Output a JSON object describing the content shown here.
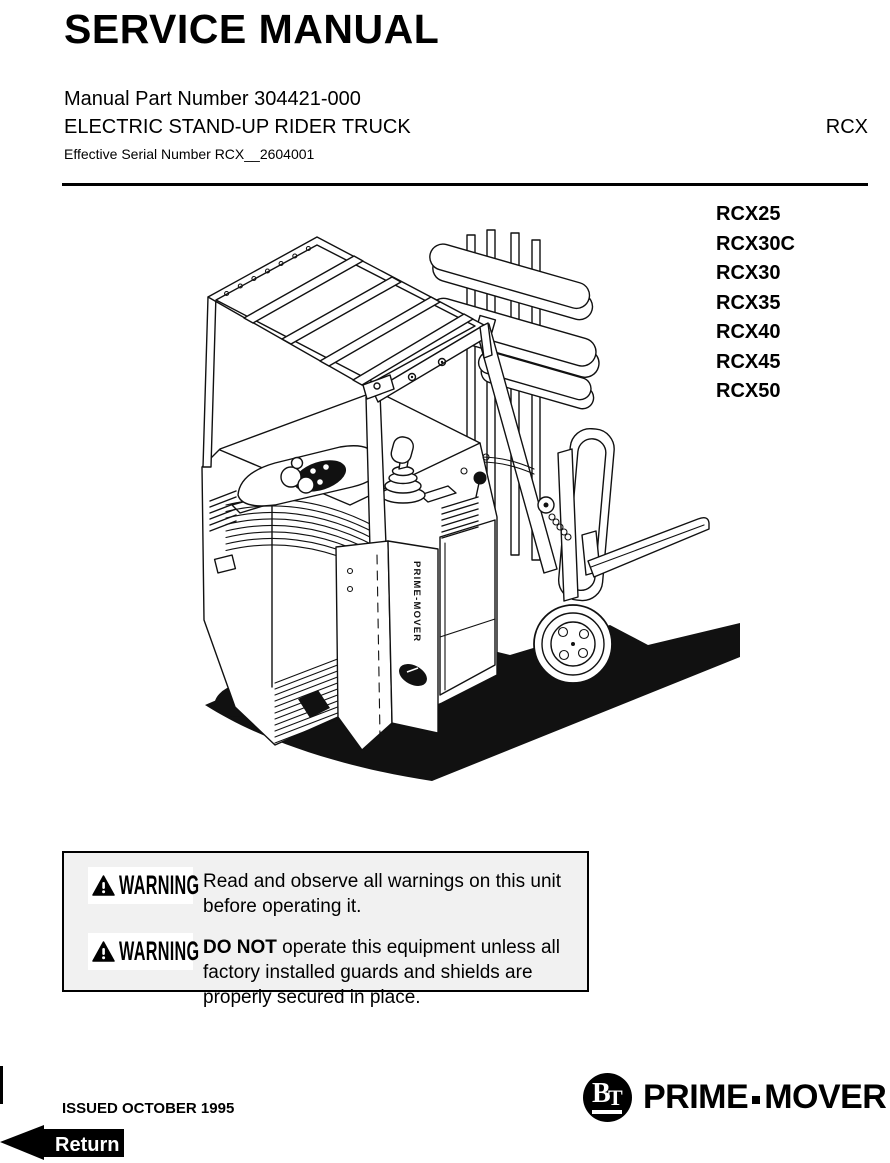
{
  "colors": {
    "ink": "#000000",
    "page_bg": "#ffffff",
    "warning_box_bg": "#f1f1f1"
  },
  "header": {
    "title": "SERVICE MANUAL",
    "part_number_line": "Manual Part Number 304421-000",
    "product_line": "ELECTRIC STAND-UP RIDER TRUCK",
    "product_code": "RCX",
    "serial_line": "Effective Serial Number RCX__2604001"
  },
  "models": [
    "RCX25",
    "RCX30C",
    "RCX30",
    "RCX35",
    "RCX40",
    "RCX45",
    "RCX50"
  ],
  "figure": {
    "alt": "Isometric line drawing of an electric stand-up rider forklift truck",
    "vertical_brand": "PRIME-MOVER"
  },
  "warning_box": {
    "items": [
      {
        "label": "WARNING",
        "bold_lead": "",
        "text": "Read and observe all warnings on this unit before operating it."
      },
      {
        "label": "WARNING",
        "bold_lead": "DO NOT ",
        "text": "operate this equipment unless all factory installed guards and shields are properly secured in place."
      }
    ]
  },
  "footer": {
    "issued": "ISSUED OCTOBER 1995",
    "return_label": "Return",
    "logo": {
      "b": "B",
      "t": "T",
      "word_left": "PRIME",
      "word_right": "MOVER"
    }
  }
}
